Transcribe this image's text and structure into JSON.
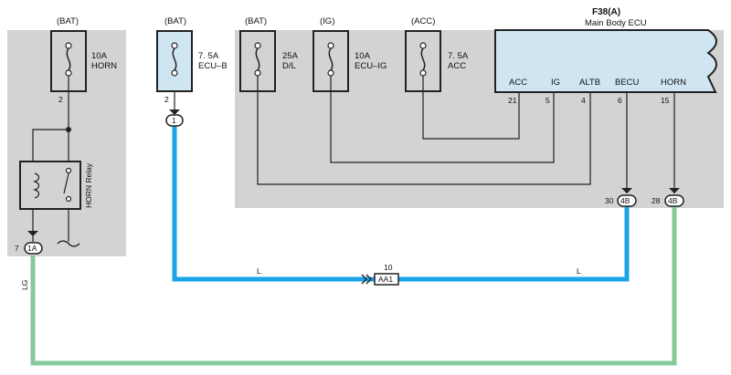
{
  "colors": {
    "background": "#ffffff",
    "ground_box": "#d3d3d3",
    "ecu_fill": "#cfe6f2",
    "wire_blue": "#1aa3e8",
    "wire_green": "#86c99a",
    "line": "#222222"
  },
  "fuses": [
    {
      "supply": "(BAT)",
      "rating": "10A",
      "name": "HORN",
      "pin": "2"
    },
    {
      "supply": "(BAT)",
      "rating": "7. 5A",
      "name": "ECU–B",
      "pin": "2"
    },
    {
      "supply": "(BAT)",
      "rating": "25A",
      "name": "D/L"
    },
    {
      "supply": "(IG)",
      "rating": "10A",
      "name": "ECU–IG"
    },
    {
      "supply": "(ACC)",
      "rating": "7. 5A",
      "name": "ACC"
    }
  ],
  "relay": {
    "label": "HORN Relay"
  },
  "ecu": {
    "code": "F38(A)",
    "name": "Main Body ECU",
    "terminals": [
      {
        "name": "ACC",
        "pin": "21"
      },
      {
        "name": "IG",
        "pin": "5"
      },
      {
        "name": "ALTB",
        "pin": "4"
      },
      {
        "name": "BECU",
        "pin": "6"
      },
      {
        "name": "HORN",
        "pin": "15"
      }
    ]
  },
  "connectors": {
    "c1": {
      "label": "1"
    },
    "c1a": {
      "label": "1A",
      "pin": "7"
    },
    "c4b_becu": {
      "label": "4B",
      "pin": "30"
    },
    "c4b_horn": {
      "label": "4B",
      "pin": "28"
    },
    "aa1": {
      "label": "AA1",
      "pin": "10"
    }
  },
  "wires": {
    "blue_left": "L",
    "blue_right": "L",
    "green": "LG"
  }
}
